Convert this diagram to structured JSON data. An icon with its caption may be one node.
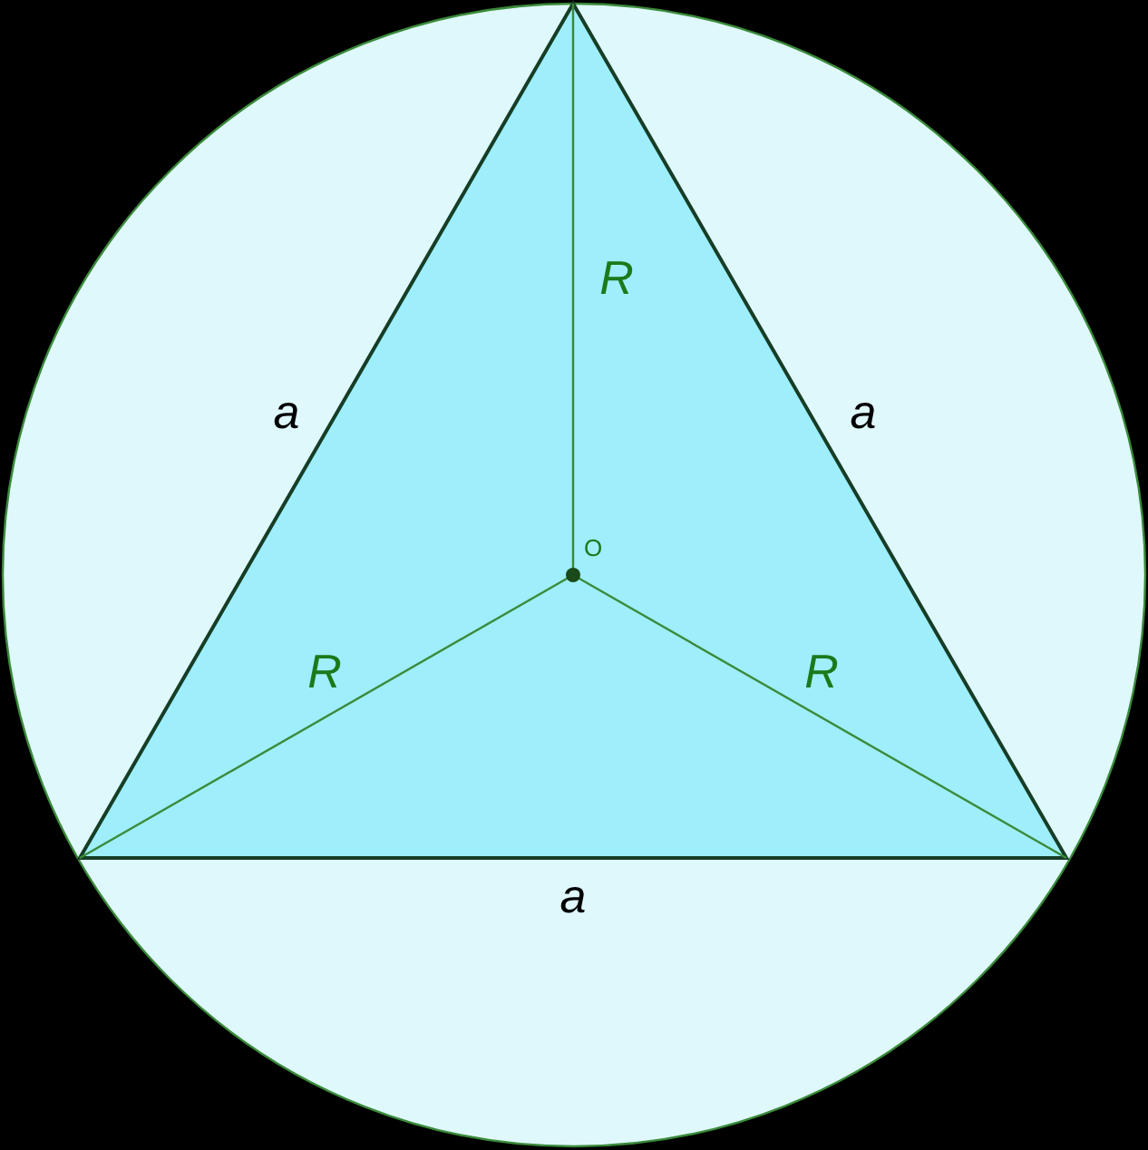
{
  "diagram": {
    "labels": [
      "R",
      "a",
      "a",
      "O",
      "R",
      "R",
      "a"
    ]
  }
}
